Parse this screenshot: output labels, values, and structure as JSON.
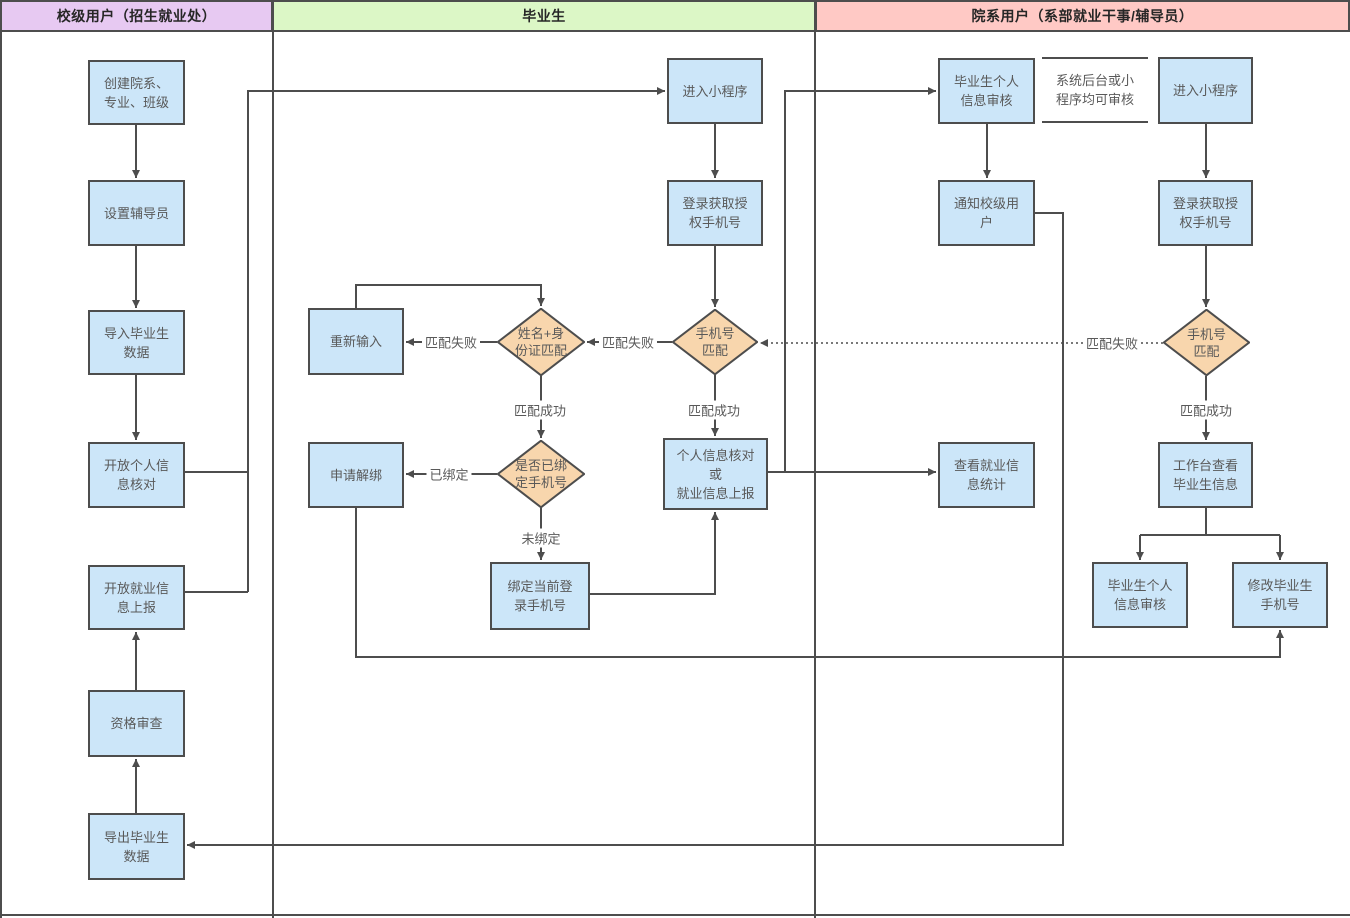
{
  "lanes": [
    {
      "title": "校级用户（招生就业处）"
    },
    {
      "title": "毕业生"
    },
    {
      "title": "院系用户（系部就业干事/辅导员）"
    }
  ],
  "school": {
    "create": "创建院系、\n专业、班级",
    "set_counselor": "设置辅导员",
    "import": "导入毕业生\n数据",
    "open_check": "开放个人信\n息核对",
    "open_report": "开放就业信\n息上报",
    "review": "资格审查",
    "export": "导出毕业生\n数据"
  },
  "graduate": {
    "enter": "进入小程序",
    "login": "登录获取授\n权手机号",
    "phone_match": "手机号\n匹配",
    "name_id_match": "姓名+身\n份证匹配",
    "reenter": "重新输入",
    "bound_check": "是否已绑\n定手机号",
    "unbind": "申请解绑",
    "bind_phone": "绑定当前登\n录手机号",
    "info_check": "个人信息核对\n或\n就业信息上报"
  },
  "dept": {
    "info_review": "毕业生个人\n信息审核",
    "note": "系统后台或小\n程序均可审核",
    "enter": "进入小程序",
    "notify": "通知校级用\n户",
    "login": "登录获取授\n权手机号",
    "phone_match": "手机号\n匹配",
    "stats": "查看就业信\n息统计",
    "workbench": "工作台查看\n毕业生信息",
    "info_review2": "毕业生个人\n信息审核",
    "modify_phone": "修改毕业生\n手机号"
  },
  "edge_labels": {
    "fail": "匹配失败",
    "success": "匹配成功",
    "bound": "已绑定",
    "unbound": "未绑定"
  },
  "colors": {
    "lane1": "#e7c9f2",
    "lane2": "#dcf7c6",
    "lane3": "#ffc9c5",
    "box": "#cce6f9",
    "diamond": "#f8d6ad",
    "line": "#4d4d4d",
    "text": "#595959"
  }
}
